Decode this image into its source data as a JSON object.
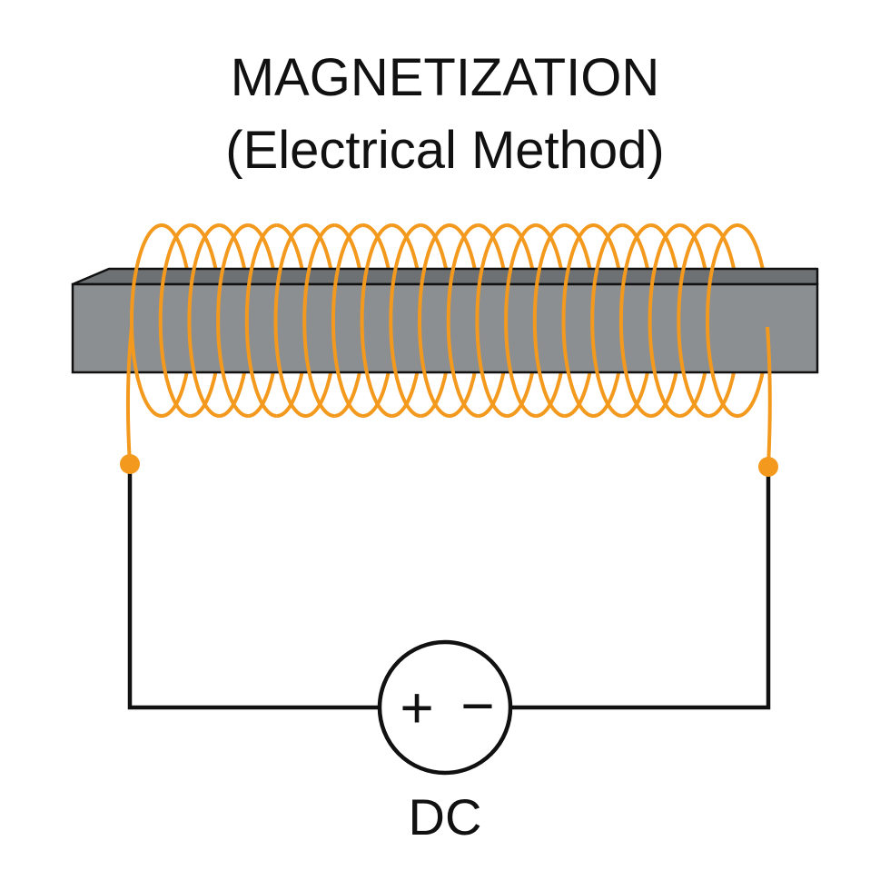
{
  "title": {
    "line1": "MAGNETIZATION",
    "line2": "(Electrical Method)"
  },
  "source": {
    "type_label": "DC",
    "positive_sign": "+",
    "negative_sign": "−"
  },
  "coil": {
    "turns": 21
  },
  "colors": {
    "coil": "#F39A1E",
    "bar_front": "#8C8F91",
    "bar_top": "#6E7173",
    "outline": "#111111",
    "wire": "#111111",
    "background": "#FFFFFF"
  }
}
